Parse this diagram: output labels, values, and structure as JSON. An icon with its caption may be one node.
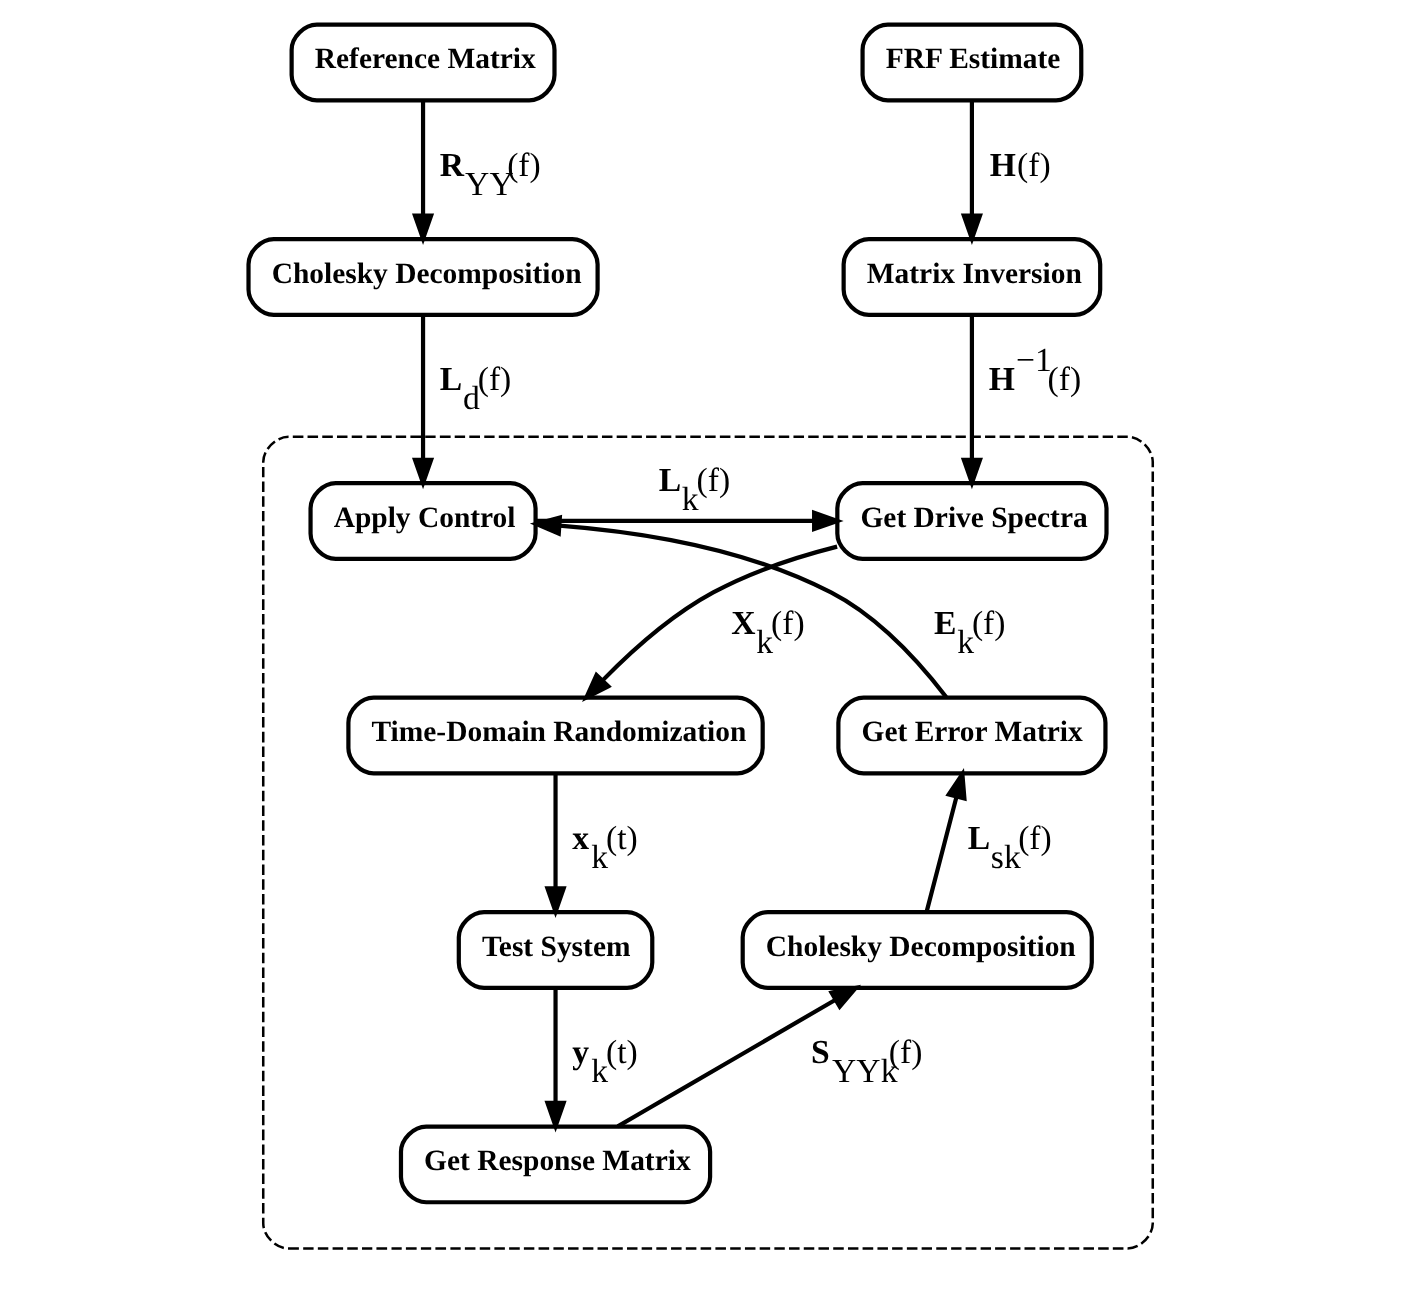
{
  "diagram": {
    "nodes": [
      {
        "text": [
          "Reference Matrix"
        ]
      },
      {
        "text": [
          "FRF Estimate"
        ]
      },
      {
        "text": [
          "Cholesky Decomposition"
        ]
      },
      {
        "text": [
          "Matrix Inversion"
        ]
      },
      {
        "text": [],
        "shape": "box"
      },
      {
        "text": [
          "Apply Control"
        ],
        "in": 4
      },
      {
        "text": [
          "Get Drive Spectra"
        ],
        "in": 4
      },
      {
        "text": [
          "Get Error Matrix"
        ],
        "in": 4
      },
      {
        "text": [
          "Time-Domain Randomization"
        ],
        "in": 4
      },
      {
        "text": [
          "Cholesky Decomposition"
        ],
        "in": 4
      },
      {
        "text": [
          "Test System"
        ],
        "in": 4
      },
      {
        "text": [
          "Get Response Matrix"
        ],
        "in": 4
      }
    ],
    "edges": [
      {
        "from": 0,
        "to": 2,
        "arrow": "to",
        "label": "**R**$_{YY}$(f)"
      },
      {
        "from": 1,
        "to": 3,
        "arrow": "to",
        "label": "**H**(f)"
      },
      {
        "from": 2,
        "to": 5,
        "arrow": "to",
        "label": "**L**$_{d}$(f)"
      },
      {
        "from": 3,
        "to": 6,
        "arrow": "to",
        "label": "**H**$^{−1}$(f)"
      },
      {
        "from": 5,
        "to": 6,
        "arrow": "to",
        "label": "**L**$_{k}$(f)"
      },
      {
        "from": 6,
        "to": 8,
        "arrow": "to",
        "label": "**X**$_{k}$(f)"
      },
      {
        "from": 8,
        "to": 10,
        "arrow": "to",
        "label": "**x**$_{k}$(t)"
      },
      {
        "from": 10,
        "to": 11,
        "arrow": "to",
        "label": "**y**$_{k}$(t)"
      },
      {
        "from": 11,
        "to": 9,
        "arrow": "to",
        "label": "**S**$_{YYk}$(f)"
      },
      {
        "from": 9,
        "to": 7,
        "arrow": "to",
        "label": "**L**$_{sk}$(f)"
      },
      {
        "from": 7,
        "to": 5,
        "arrow": "to",
        "label": "**E**$_{k}$(f)"
      }
    ]
  }
}
